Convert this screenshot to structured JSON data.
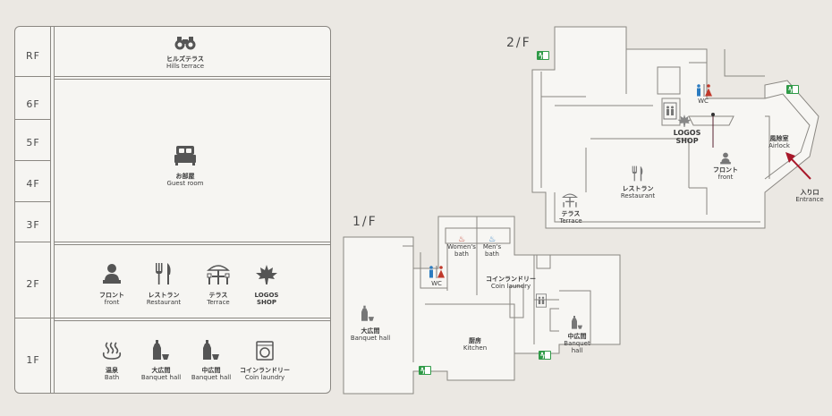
{
  "section_floors": [
    "RF",
    "6F",
    "5F",
    "4F",
    "3F",
    "2F",
    "1F"
  ],
  "section": {
    "roof": {
      "jp": "ヒルズテラス",
      "en": "Hills terrace",
      "icon": "binoculars-icon"
    },
    "guest": {
      "jp": "お部屋",
      "en": "Guest room",
      "icon": "bed-icon"
    },
    "f2": [
      {
        "jp": "フロント",
        "en": "front",
        "icon": "receptionist-icon"
      },
      {
        "jp": "レストラン",
        "en": "Restaurant",
        "icon": "fork-knife-icon"
      },
      {
        "jp": "テラス",
        "en": "Terrace",
        "icon": "terrace-icon"
      },
      {
        "jp": "LOGOS",
        "en": "SHOP",
        "icon": "maple-leaf-icon"
      }
    ],
    "f1": [
      {
        "jp": "温泉",
        "en": "Bath",
        "icon": "hot-spring-icon"
      },
      {
        "jp": "大広間",
        "en": "Banquet hall",
        "icon": "sake-icon"
      },
      {
        "jp": "中広間",
        "en": "Banquet hall",
        "icon": "sake-icon"
      },
      {
        "jp": "コインランドリー",
        "en": "Coin laundry",
        "icon": "washing-machine-icon"
      }
    ]
  },
  "plan2": {
    "title": "2/F",
    "wc": "WC",
    "logos": {
      "jp": "LOGOS",
      "en": "SHOP"
    },
    "front": {
      "jp": "フロント",
      "en": "front"
    },
    "airlock": {
      "jp": "風除室",
      "en": "Airlock"
    },
    "restaurant": {
      "jp": "レストラン",
      "en": "Restaurant"
    },
    "terrace": {
      "jp": "テラス",
      "en": "Terrace"
    },
    "entrance": {
      "jp": "入り口",
      "en": "Entrance"
    }
  },
  "plan1": {
    "title": "1/F",
    "women": {
      "jp": "♨",
      "en1": "Women's",
      "en2": "bath"
    },
    "men": {
      "jp": "♨",
      "en1": "Men's",
      "en2": "bath"
    },
    "wc": "WC",
    "laundry": {
      "jp": "コインランドリー",
      "en": "Coin laundry"
    },
    "banquet_large": {
      "jp": "大広間",
      "en": "Banquet hall"
    },
    "kitchen": {
      "jp": "厨房",
      "en": "Kitchen"
    },
    "banquet_mid": {
      "jp": "中広間",
      "en1": "Banquet",
      "en2": "hall"
    }
  },
  "colors": {
    "exit": "#2f9a47",
    "women": "#c0392b",
    "men": "#2b7bc0",
    "arrow": "#a8182a"
  }
}
